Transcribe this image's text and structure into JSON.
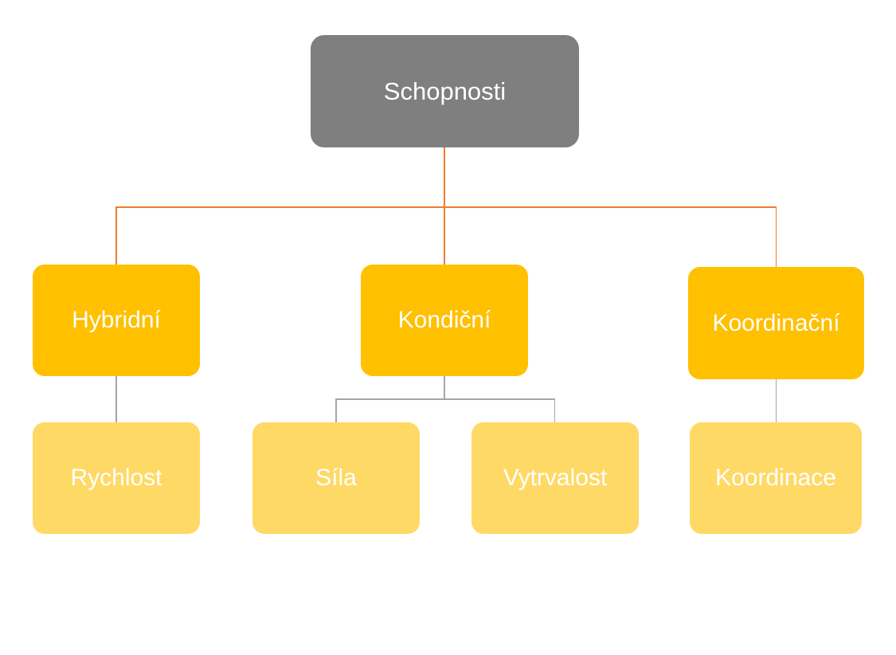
{
  "org_chart": {
    "type": "hierarchy",
    "nodes": {
      "root": {
        "label": "Schopnosti",
        "level": 1
      },
      "hybridni": {
        "label": "Hybridní",
        "level": 2,
        "parent": "Schopnosti"
      },
      "kondicni": {
        "label": "Kondiční",
        "level": 2,
        "parent": "Schopnosti"
      },
      "koordinacni": {
        "label": "Koordinační",
        "level": 2,
        "parent": "Schopnosti"
      },
      "rychlost": {
        "label": "Rychlost",
        "level": 3,
        "parent": "Hybridní"
      },
      "sila": {
        "label": "Síla",
        "level": 3,
        "parent": "Kondiční"
      },
      "vytrvalost": {
        "label": "Vytrvalost",
        "level": 3,
        "parent": "Kondiční"
      },
      "koordinace": {
        "label": "Koordinace",
        "level": 3,
        "parent": "Koordinační"
      }
    },
    "edges": [
      {
        "from": "Schopnosti",
        "to": "Hybridní"
      },
      {
        "from": "Schopnosti",
        "to": "Kondiční"
      },
      {
        "from": "Schopnosti",
        "to": "Koordinační"
      },
      {
        "from": "Hybridní",
        "to": "Rychlost"
      },
      {
        "from": "Kondiční",
        "to": "Síla"
      },
      {
        "from": "Kondiční",
        "to": "Vytrvalost"
      },
      {
        "from": "Koordinační",
        "to": "Koordinace"
      }
    ],
    "colors": {
      "background": "#ffffff",
      "root_fill": "#7f7f7f",
      "level2_fill": "#ffc000",
      "level3_fill": "#ffd966",
      "node_text": "#ffffff",
      "connector_level1": "#ed7d31",
      "connector_level2": "#a6a6a6"
    }
  }
}
